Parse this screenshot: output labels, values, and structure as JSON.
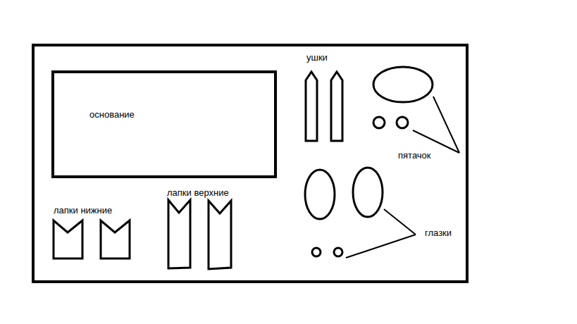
{
  "diagram": {
    "nodes": [
      {
        "text": [
          "основание"
        ]
      }
    ],
    "labels": [
      "ушки",
      "пятачок",
      "лапки нижние",
      "лапки верхние",
      "глазки"
    ]
  }
}
